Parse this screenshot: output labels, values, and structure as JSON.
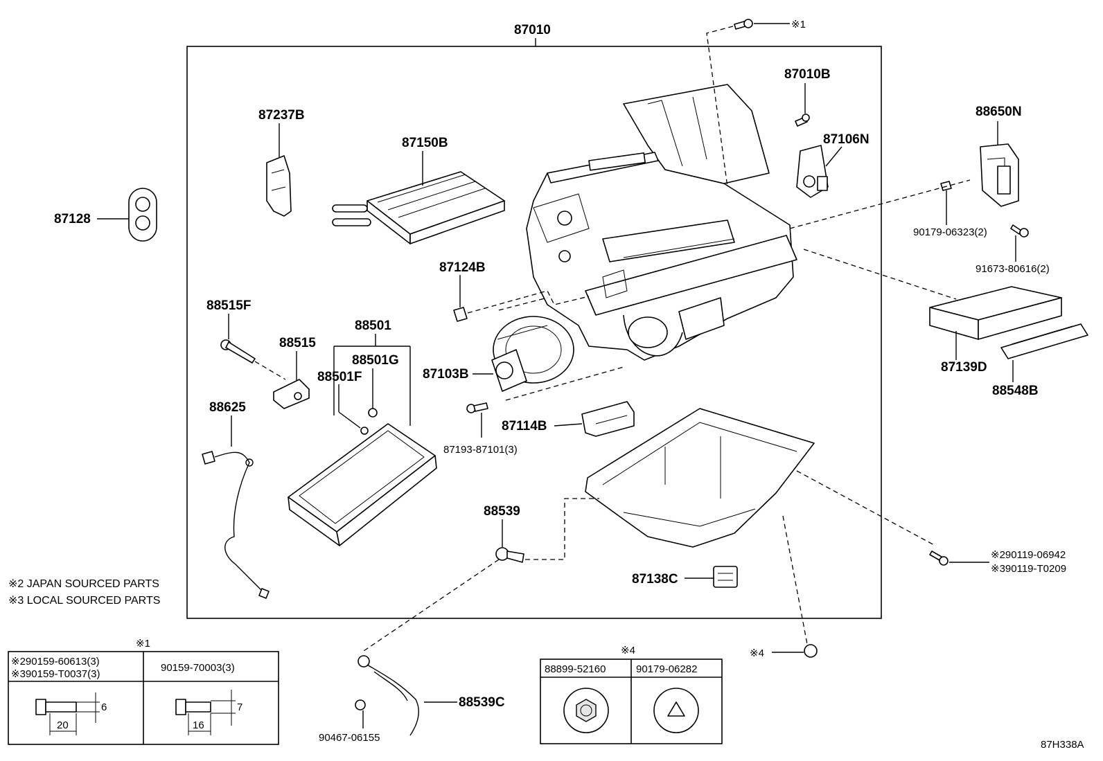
{
  "diagram": {
    "part_labels": {
      "p87010": "87010",
      "p87010B": "87010B",
      "p87106N": "87106N",
      "p88650N": "88650N",
      "p90179_06323": "90179-06323(2)",
      "p91673_80616": "91673-80616(2)",
      "p87237B": "87237B",
      "p87150B": "87150B",
      "p87128": "87128",
      "p87124B": "87124B",
      "p88515F": "88515F",
      "p88515": "88515",
      "p88501": "88501",
      "p88501G": "88501G",
      "p88501F": "88501F",
      "p87103B": "87103B",
      "p87139D": "87139D",
      "p88548B": "88548B",
      "p88625": "88625",
      "p87114B": "87114B",
      "p87193_87101": "87193-87101(3)",
      "p88539": "88539",
      "p87138C": "87138C",
      "p88539C": "88539C",
      "p90467_06155": "90467-06155",
      "ref1_top": "※1",
      "ref2_bolt": "※290119-06942",
      "ref3_bolt": "※390119-T0209",
      "ref4_nut": "※4"
    },
    "notes": {
      "japan": "※2 JAPAN SOURCED PARTS",
      "local": "※3 LOCAL SOURCED PARTS"
    },
    "table1": {
      "title": "※1",
      "col1_line1": "※290159-60613(3)",
      "col1_line2": "※390159-T0037(3)",
      "col2": "90159-70003(3)",
      "bolt1_dia": "6",
      "bolt1_len": "20",
      "bolt2_dia": "7",
      "bolt2_len": "16"
    },
    "table2": {
      "title": "※4",
      "col1": "88899-52160",
      "col2": "90179-06282"
    },
    "diagram_code": "87H338A"
  }
}
